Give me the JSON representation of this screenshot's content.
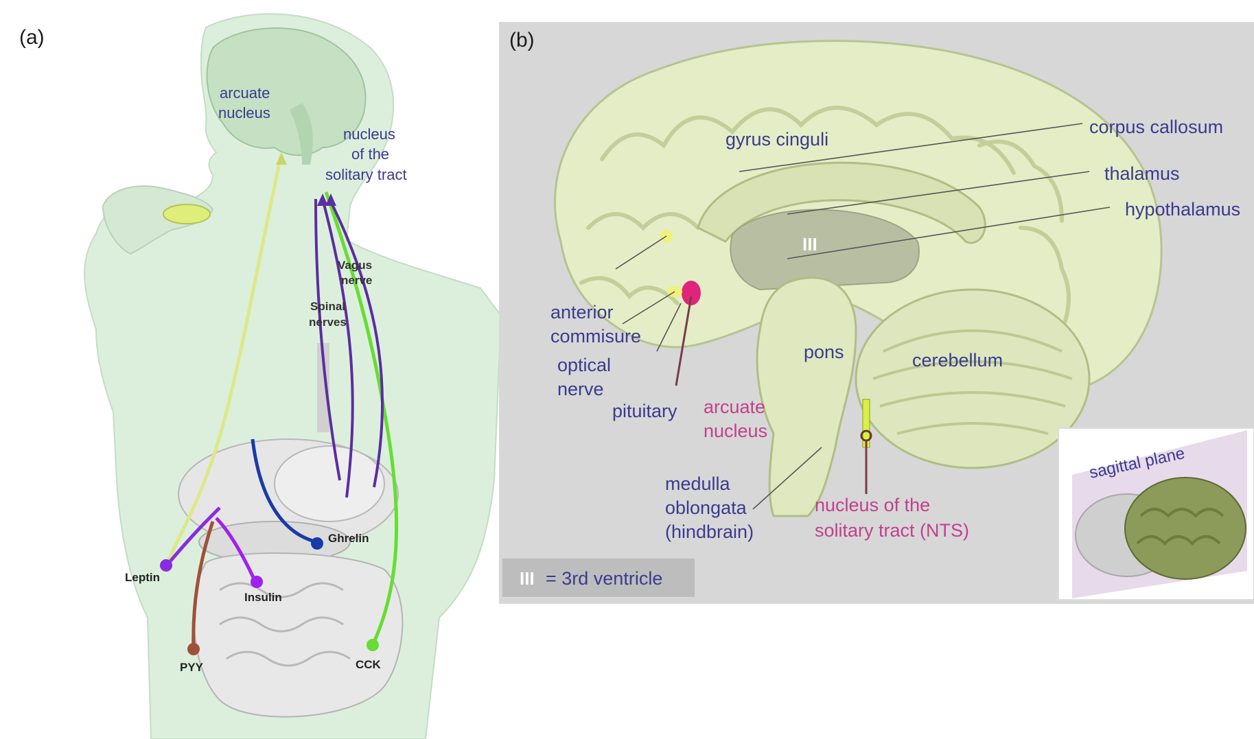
{
  "panel_a": {
    "letter": "(a)",
    "labels": {
      "arcuate_line1": "arcuate",
      "arcuate_line2": "nucleus",
      "nts_line1": "nucleus",
      "nts_line2": "of the",
      "nts_line3": "solitary tract",
      "vagus_line1": "Vagus",
      "vagus_line2": "nerve",
      "spinal_line1": "Spinal",
      "spinal_line2": "nerves"
    },
    "hormones": {
      "leptin": "Leptin",
      "insulin": "Insulin",
      "ghrelin": "Ghrelin",
      "pyy": "PYY",
      "cck": "CCK"
    },
    "colors": {
      "leptin": "#8a2be2",
      "insulin": "#a020f0",
      "ghrelin": "#1a3aa8",
      "pyy": "#a0503a",
      "cck": "#66dd33",
      "vagus": "#5a2ea0",
      "body": "#d9ecd9"
    }
  },
  "panel_b": {
    "letter": "(b)",
    "labels": {
      "gyrus_cinguli": "gyrus cinguli",
      "corpus_callosum": "corpus callosum",
      "thalamus": "thalamus",
      "hypothalamus": "hypothalamus",
      "third_ventricle_mark": "III",
      "anterior_line1": "anterior",
      "anterior_line2": "commisure",
      "optical_line1": "optical",
      "optical_line2": "nerve",
      "pituitary": "pituitary",
      "arcuate_line1": "arcuate",
      "arcuate_line2": "nucleus",
      "pons": "pons",
      "cerebellum": "cerebellum",
      "medulla_line1": "medulla",
      "medulla_line2": "oblongata",
      "medulla_line3": "(hindbrain)",
      "nts_line1": "nucleus of the",
      "nts_line2": "solitary tract (NTS)",
      "legend_mark": "III",
      "legend_text": "= 3rd ventricle",
      "inset_label": "sagittal plane"
    },
    "colors": {
      "panel_bg": "#d7d7d7",
      "brain": "#e4edc6",
      "label": "#3b3a8f",
      "highlight": "#c0418d"
    }
  }
}
